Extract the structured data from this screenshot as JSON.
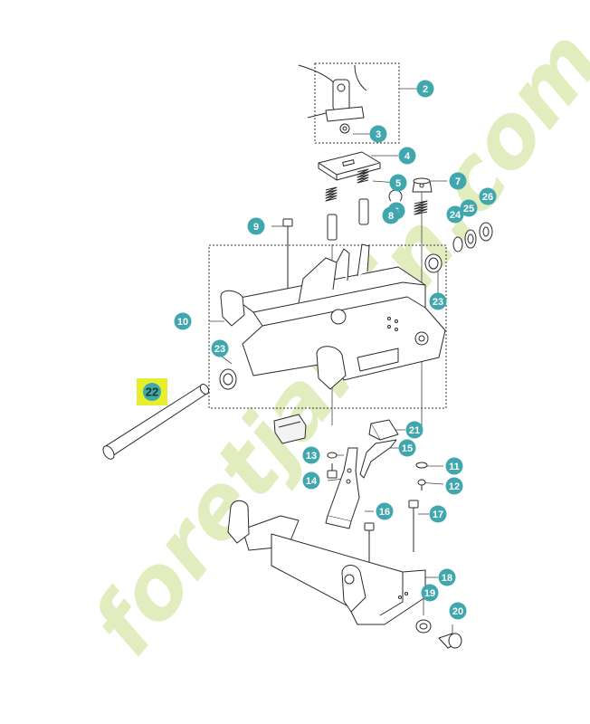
{
  "diagram": {
    "highlighted_part": "22",
    "callout_color": "#3fa7ad",
    "highlight_color": "#e7ee2d",
    "line_color": "#2a2a2a",
    "callouts": [
      "2",
      "3",
      "4",
      "5",
      "6",
      "7",
      "8",
      "9",
      "10",
      "11",
      "12",
      "13",
      "14",
      "15",
      "16",
      "17",
      "18",
      "19",
      "20",
      "21",
      "22",
      "23",
      "23",
      "24",
      "25",
      "26"
    ]
  },
  "watermark": {
    "text": "foretjardin.com",
    "color": "#d7e8a9",
    "accent": "#f2c15a"
  }
}
